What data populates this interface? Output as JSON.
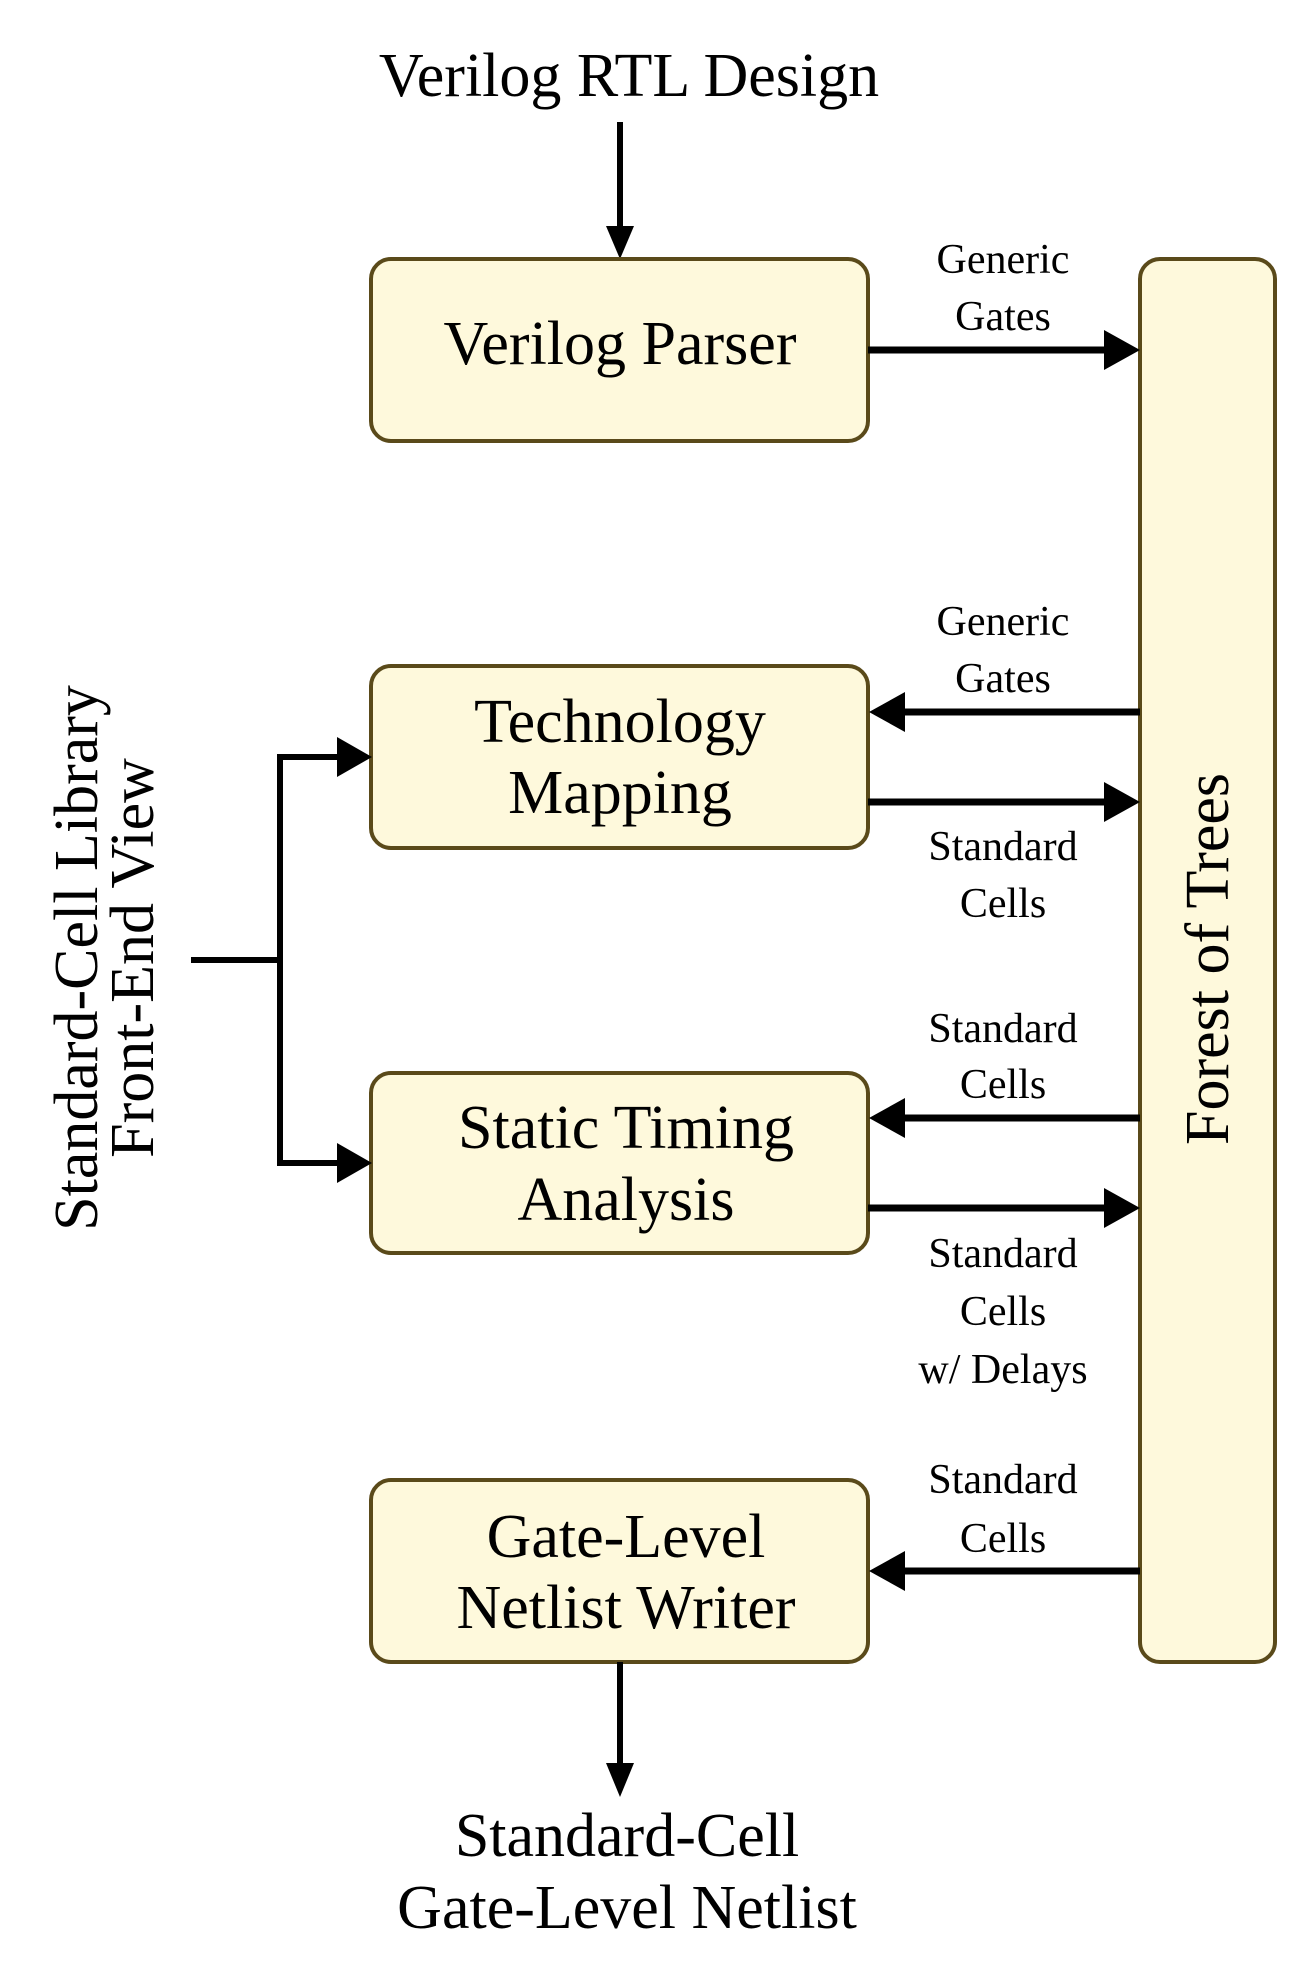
{
  "diagram": {
    "input_label": [
      "Verilog RTL Design"
    ],
    "output_label": [
      "Standard-Cell",
      "Gate-Level Netlist"
    ],
    "library_label": [
      "Standard-Cell Library",
      "Front-End View"
    ],
    "store": {
      "label": "Forest of Trees"
    },
    "stages": [
      {
        "id": "verilog-parser",
        "label": [
          "Verilog Parser"
        ]
      },
      {
        "id": "technology-mapping",
        "label": [
          "Technology",
          "Mapping"
        ]
      },
      {
        "id": "static-timing-analysis",
        "label": [
          "Static Timing",
          "Analysis"
        ]
      },
      {
        "id": "netlist-writer",
        "label": [
          "Gate-Level",
          "Netlist Writer"
        ]
      }
    ],
    "edges": [
      {
        "from": "verilog-rtl-design",
        "to": "verilog-parser",
        "label": []
      },
      {
        "from": "verilog-parser",
        "to": "forest-of-trees",
        "label": [
          "Generic",
          "Gates"
        ]
      },
      {
        "from": "forest-of-trees",
        "to": "technology-mapping",
        "label": [
          "Generic",
          "Gates"
        ]
      },
      {
        "from": "technology-mapping",
        "to": "forest-of-trees",
        "label": [
          "Standard",
          "Cells"
        ]
      },
      {
        "from": "forest-of-trees",
        "to": "static-timing-analysis",
        "label": [
          "Standard",
          "Cells"
        ]
      },
      {
        "from": "static-timing-analysis",
        "to": "forest-of-trees",
        "label": [
          "Standard",
          "Cells",
          "w/ Delays"
        ]
      },
      {
        "from": "forest-of-trees",
        "to": "netlist-writer",
        "label": [
          "Standard",
          "Cells"
        ]
      },
      {
        "from": "standard-cell-library",
        "to": "technology-mapping",
        "label": []
      },
      {
        "from": "standard-cell-library",
        "to": "static-timing-analysis",
        "label": []
      },
      {
        "from": "netlist-writer",
        "to": "standard-cell-gate-level-netlist",
        "label": []
      }
    ],
    "colors": {
      "box_fill": "#fef9dc",
      "box_stroke": "#5a4a1a",
      "arrow": "#000000"
    }
  }
}
